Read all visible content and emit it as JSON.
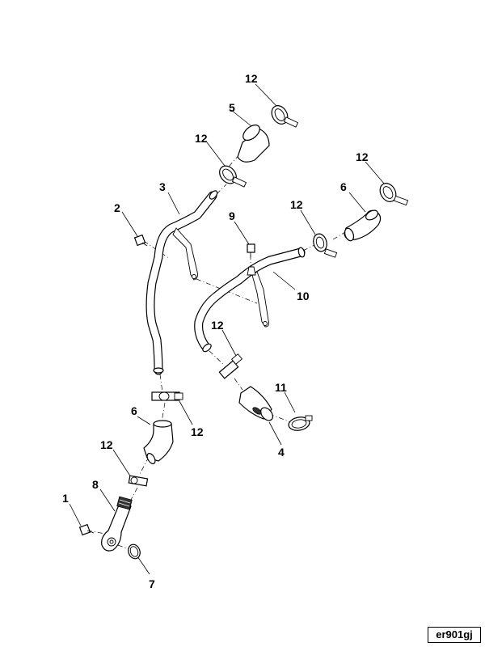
{
  "diagram": {
    "drawing_code": "er901gj",
    "callouts": {
      "c1": "1",
      "c2": "2",
      "c3": "3",
      "c4": "4",
      "c5": "5",
      "c6a": "6",
      "c6b": "6",
      "c7": "7",
      "c8": "8",
      "c9": "9",
      "c10": "10",
      "c11": "11",
      "c12a": "12",
      "c12b": "12",
      "c12c": "12",
      "c12d": "12",
      "c12e": "12",
      "c12f": "12",
      "c12g": "12"
    }
  }
}
